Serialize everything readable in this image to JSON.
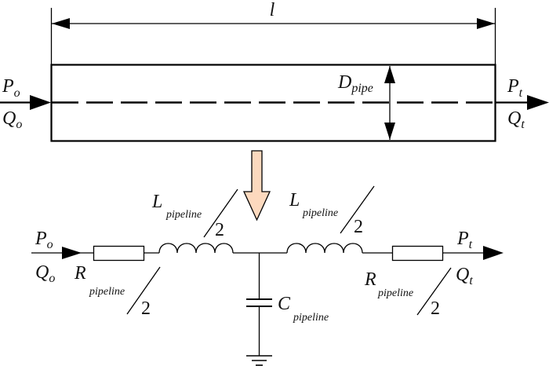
{
  "diagram": {
    "title": "Pipeline to equivalent circuit model",
    "pipe": {
      "length_label": "l",
      "diameter_label_main": "D",
      "diameter_label_sub": "pipe",
      "inlet_pressure_main": "P",
      "inlet_pressure_sub": "o",
      "inlet_flow_main": "Q",
      "inlet_flow_sub": "o",
      "outlet_pressure_main": "P",
      "outlet_pressure_sub": "t",
      "outlet_flow_main": "Q",
      "outlet_flow_sub": "t"
    },
    "transform_arrow": {
      "color": "#FCD9BE",
      "direction": "down"
    },
    "circuit": {
      "inlet_pressure_main": "P",
      "inlet_pressure_sub": "o",
      "inlet_flow_main": "Q",
      "inlet_flow_sub": "o",
      "outlet_pressure_main": "P",
      "outlet_pressure_sub": "t",
      "outlet_flow_main": "Q",
      "outlet_flow_sub": "t",
      "resistor_left": {
        "main": "R",
        "sub": "pipeline",
        "divisor": "2"
      },
      "inductor_left": {
        "main": "L",
        "sub": "pipeline",
        "divisor": "2"
      },
      "inductor_right": {
        "main": "L",
        "sub": "pipeline",
        "divisor": "2"
      },
      "resistor_right": {
        "main": "R",
        "sub": "pipeline",
        "divisor": "2"
      },
      "capacitor": {
        "main": "C",
        "sub": "pipeline"
      }
    }
  }
}
